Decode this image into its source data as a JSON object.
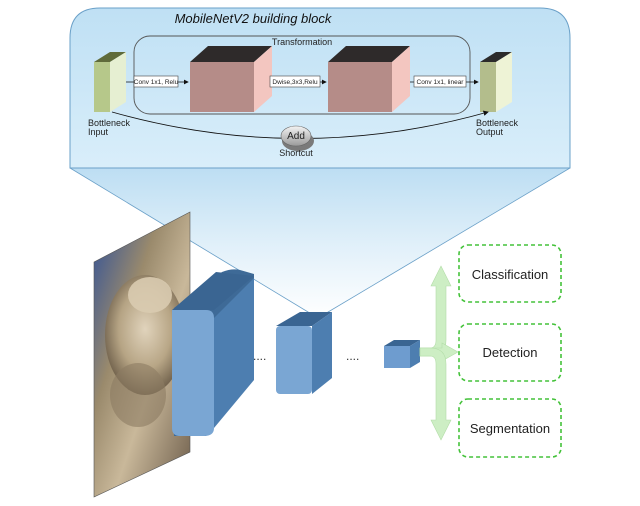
{
  "block": {
    "title": "MobileNetV2 building block",
    "transformation_label": "Transformation",
    "input_label": [
      "Bottleneck",
      "Input"
    ],
    "output_label": [
      "Bottleneck",
      "Output"
    ],
    "ops": [
      "Conv 1x1, Relu",
      "Dwise,3x3,Relu",
      "Conv 1x1, linear"
    ],
    "add_label": "Add",
    "shortcut_label": "Shortcut"
  },
  "pipeline": {
    "dots": [
      "....",
      "...."
    ]
  },
  "tasks": [
    "Classification",
    "Detection",
    "Segmentation"
  ],
  "colors": {
    "callout_fill": "#c9e4f5",
    "layer_blue": "#6e9ccf",
    "layer_blue_dark": "#3e6a97",
    "task_border": "#44c23a",
    "arrow_green": "#cdeec4",
    "tensor_pink": "#b48a86",
    "bottleneck_green": "#c3d49a"
  }
}
